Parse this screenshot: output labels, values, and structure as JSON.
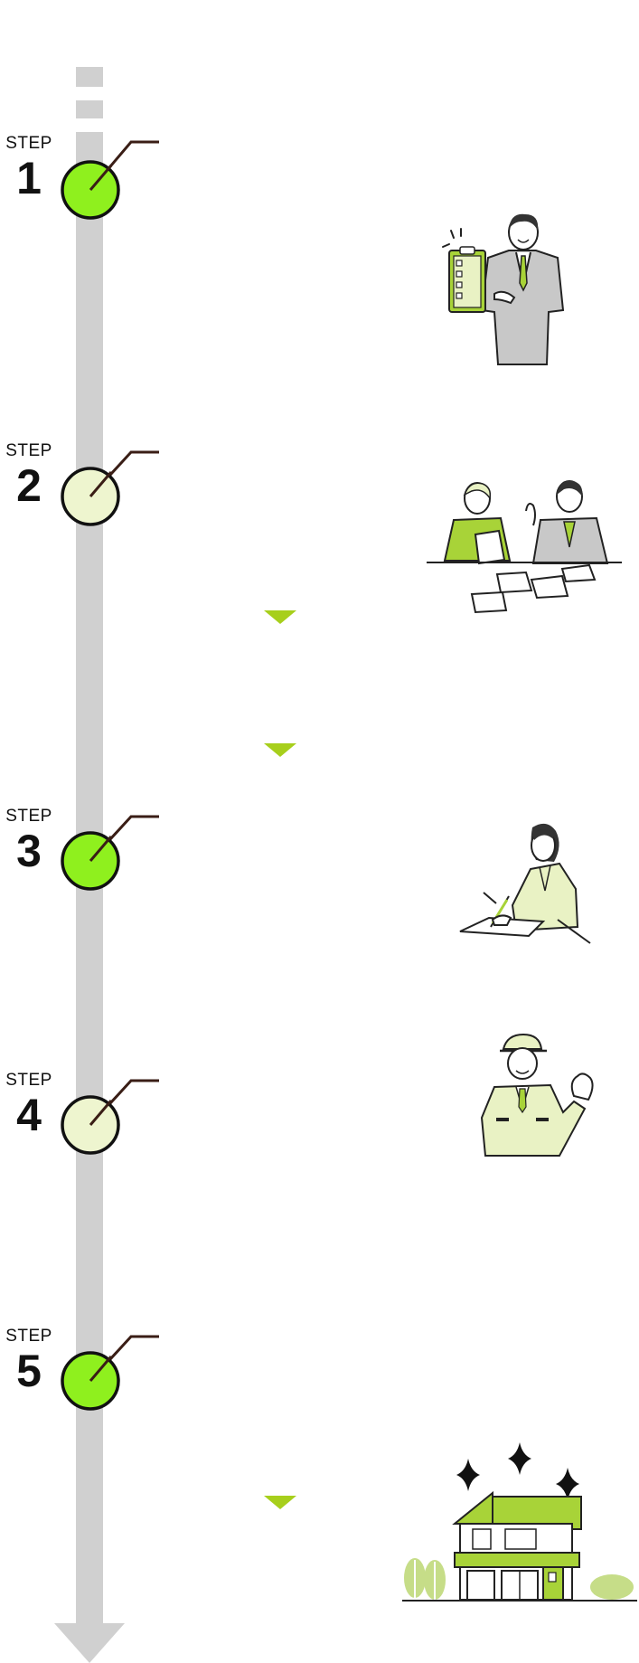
{
  "step_word": "STEP",
  "steps": [
    {
      "number": "1",
      "state": "active",
      "icon": "consultation-clipboard-icon"
    },
    {
      "number": "2",
      "state": "inactive",
      "icon": "meeting-icon"
    },
    {
      "number": "3",
      "state": "active",
      "icon": "signing-contract-icon"
    },
    {
      "number": "4",
      "state": "inactive",
      "icon": "construction-worker-icon"
    },
    {
      "number": "5",
      "state": "active",
      "icon": "completed-house-icon"
    }
  ],
  "colors": {
    "rail": "#d0d0d0",
    "active_node": "#8ff01e",
    "inactive_node": "#eef5cf",
    "accent": "#a7cf1c",
    "illustration_green": "#a8d338",
    "illustration_light": "#e9f2c4",
    "suit_gray": "#c8c8c8",
    "outline": "#222222"
  }
}
